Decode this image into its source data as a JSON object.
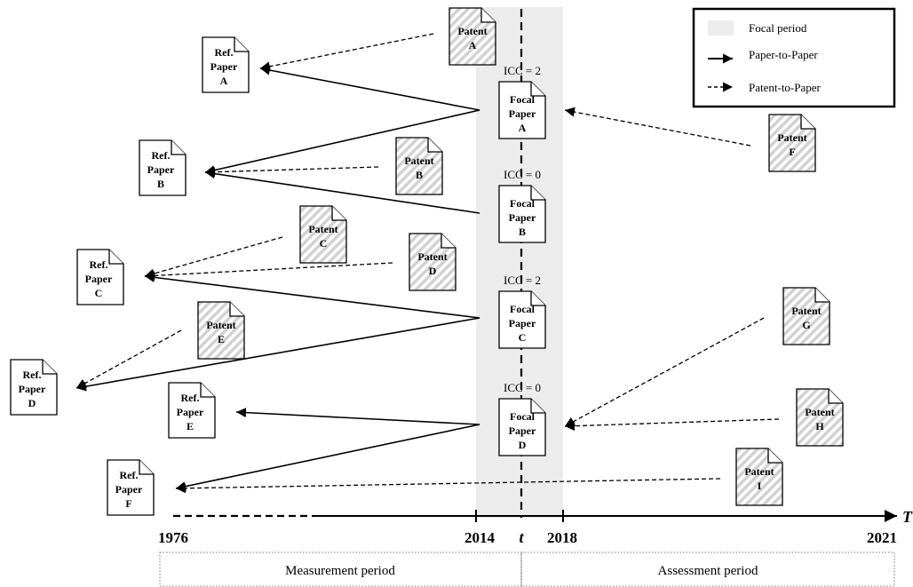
{
  "legend": {
    "focal_period": "Focal period",
    "paper_to_paper": "Paper-to-Paper",
    "patent_to_paper": "Patent-to-Paper"
  },
  "axis": {
    "T": "T",
    "t": "t",
    "years": [
      "1976",
      "2014",
      "2018",
      "2021"
    ]
  },
  "periods": {
    "measurement": "Measurement period",
    "assessment": "Assessment period"
  },
  "ref_papers": [
    {
      "line1": "Ref.",
      "line2": "Paper",
      "line3": "A"
    },
    {
      "line1": "Ref.",
      "line2": "Paper",
      "line3": "B"
    },
    {
      "line1": "Ref.",
      "line2": "Paper",
      "line3": "C"
    },
    {
      "line1": "Ref.",
      "line2": "Paper",
      "line3": "D"
    },
    {
      "line1": "Ref.",
      "line2": "Paper",
      "line3": "E"
    },
    {
      "line1": "Ref.",
      "line2": "Paper",
      "line3": "F"
    }
  ],
  "focal_papers": [
    {
      "line1": "Focal",
      "line2": "Paper",
      "line3": "A",
      "icc": "ICC = 2"
    },
    {
      "line1": "Focal",
      "line2": "Paper",
      "line3": "B",
      "icc": "ICC = 0"
    },
    {
      "line1": "Focal",
      "line2": "Paper",
      "line3": "C",
      "icc": "ICC = 2"
    },
    {
      "line1": "Focal",
      "line2": "Paper",
      "line3": "D",
      "icc": "ICC = 0"
    }
  ],
  "patents": [
    {
      "line1": "Patent",
      "line2": "A"
    },
    {
      "line1": "Patent",
      "line2": "B"
    },
    {
      "line1": "Patent",
      "line2": "C"
    },
    {
      "line1": "Patent",
      "line2": "D"
    },
    {
      "line1": "Patent",
      "line2": "E"
    },
    {
      "line1": "Patent",
      "line2": "F"
    },
    {
      "line1": "Patent",
      "line2": "G"
    },
    {
      "line1": "Patent",
      "line2": "H"
    },
    {
      "line1": "Patent",
      "line2": "I"
    }
  ]
}
